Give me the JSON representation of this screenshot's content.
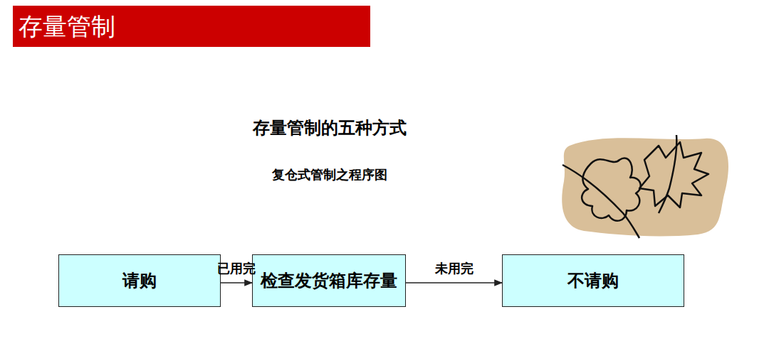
{
  "diagram": {
    "title": "存量管制",
    "nodes": [
      {
        "text": [
          "请购"
        ]
      },
      {
        "text": [
          "检查发货箱库存量"
        ]
      },
      {
        "text": [
          "不请购"
        ]
      }
    ],
    "edges": [
      {
        "from": 0,
        "to": 1,
        "label": "已用完",
        "arrow": "to"
      },
      {
        "from": 1,
        "to": 2,
        "label": "未用完",
        "arrow": "to"
      }
    ],
    "labels": [
      "存量管制的五种方式",
      "复仓式管制之程序图"
    ]
  }
}
